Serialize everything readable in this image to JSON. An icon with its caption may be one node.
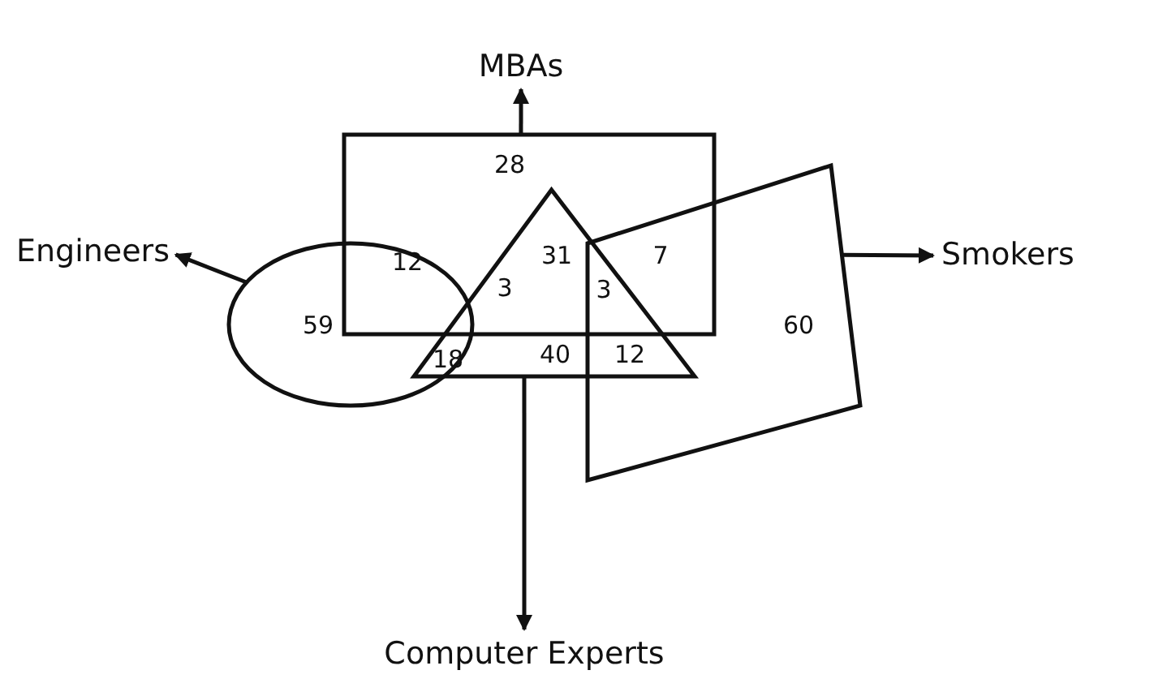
{
  "diagram": {
    "nodes": [
      {
        "text": [
          "MBAs"
        ]
      },
      {
        "text": [],
        "shape": "box"
      },
      {
        "text": [
          "Engineers"
        ]
      },
      {
        "text": [],
        "shape": "ellipse"
      },
      {
        "text": [],
        "shape": "triangle"
      },
      {
        "text": [
          "Smokers"
        ]
      },
      {
        "text": [],
        "shape": "quadrilateral"
      },
      {
        "text": [
          "Computer Experts"
        ]
      }
    ],
    "edges": [
      {
        "from": 1,
        "to": 0,
        "arrow": "to"
      },
      {
        "from": 3,
        "to": 2,
        "arrow": "to"
      },
      {
        "from": 6,
        "to": 5,
        "arrow": "to"
      },
      {
        "from": 4,
        "to": 7,
        "arrow": "to"
      }
    ],
    "labels": [
      "28",
      "12",
      "31",
      "7",
      "3",
      "3",
      "59",
      "60",
      "18",
      "40",
      "12"
    ]
  }
}
